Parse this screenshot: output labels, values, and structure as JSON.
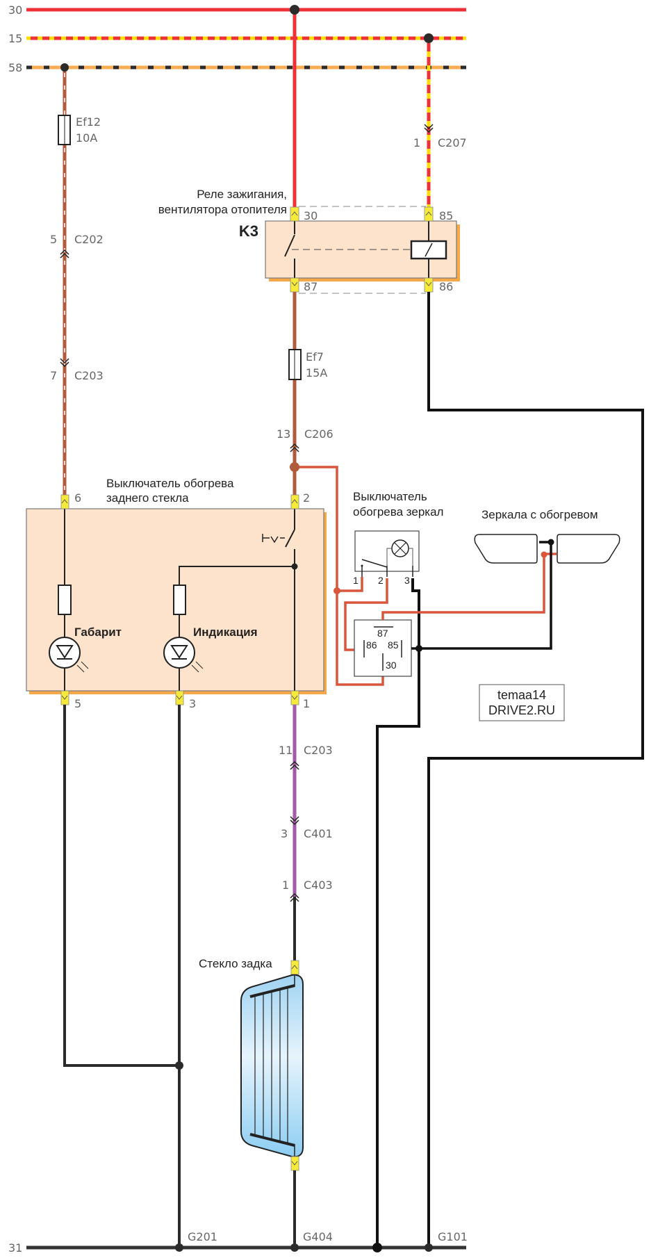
{
  "buses": {
    "b30": "30",
    "b15": "15",
    "b58": "58",
    "b31": "31"
  },
  "colors": {
    "red": "#ee3039",
    "yellow": "#ffdd00",
    "orange": "#f9ad52",
    "brown": "#b05c3c",
    "black": "#2b2b2b",
    "purple": "#a25ca5",
    "wire_red": "#d9553c",
    "component_fill": "#fde3cc",
    "component_shadow": "#f7a94a",
    "pin_yellow": "#f5ea3a"
  },
  "relay_k3": {
    "title_line1": "Реле зажигания,",
    "title_line2": "вентилятора отопителя",
    "id": "K3",
    "pins": {
      "p30": "30",
      "p85": "85",
      "p87": "87",
      "p86": "86"
    }
  },
  "fuses": {
    "ef12_name": "Ef12",
    "ef12_rating": "10A",
    "ef7_name": "Ef7",
    "ef7_rating": "15A"
  },
  "connectors": {
    "c202_pin": "5",
    "c202": "C202",
    "c203a_pin": "7",
    "c203a": "C203",
    "c207_pin": "1",
    "c207": "C207",
    "c206_pin": "13",
    "c206": "C206",
    "c203b_pin": "11",
    "c203b": "C203",
    "c401_pin": "3",
    "c401": "C401",
    "c403_pin": "1",
    "c403": "C403"
  },
  "rear_switch": {
    "title_line1": "Выключатель обогрева",
    "title_line2": "заднего стекла",
    "pins": {
      "p6": "6",
      "p2": "2",
      "p5": "5",
      "p3": "3",
      "p1": "1"
    },
    "led1": "Габарит",
    "led2": "Индикация"
  },
  "mirror_switch": {
    "title_line1": "Выключатель",
    "title_line2": "обогрева зеркал",
    "pins": {
      "p1": "1",
      "p2": "2",
      "p3": "3"
    }
  },
  "mini_relay": {
    "p87": "87",
    "p86": "86",
    "p85": "85",
    "p30": "30"
  },
  "mirrors": {
    "title": "Зеркала с обогревом"
  },
  "rear_glass": {
    "title": "Стекло задка"
  },
  "grounds": {
    "g201": "G201",
    "g404": "G404",
    "g101": "G101"
  },
  "watermark": {
    "line1": "temaa14",
    "line2": "DRIVE2.RU"
  }
}
